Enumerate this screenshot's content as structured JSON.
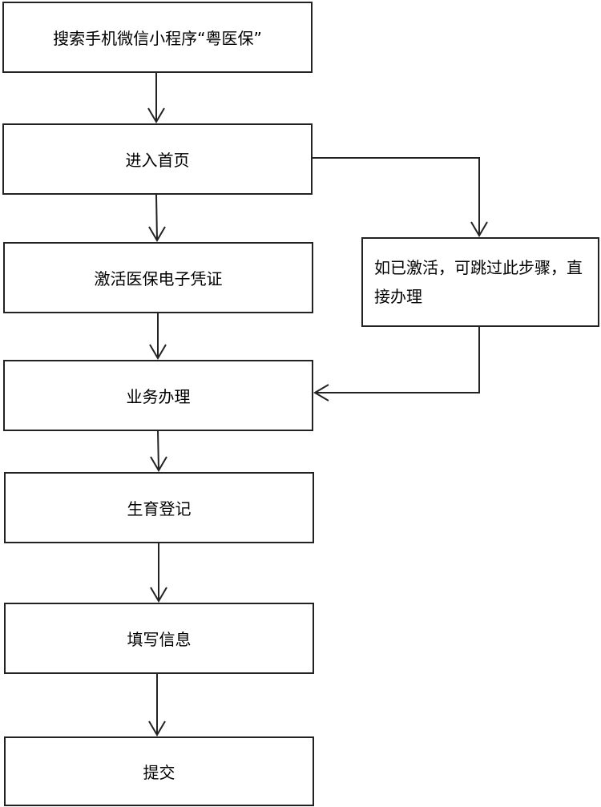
{
  "steps": [
    "搜索手机微信小程序“粤医保”",
    "进入首页",
    "激活医保电子凭证",
    "业务办理",
    "生育登记",
    "填写信息",
    "提交"
  ],
  "side_note": "如已激活，可跳过此步骤，直接办理"
}
